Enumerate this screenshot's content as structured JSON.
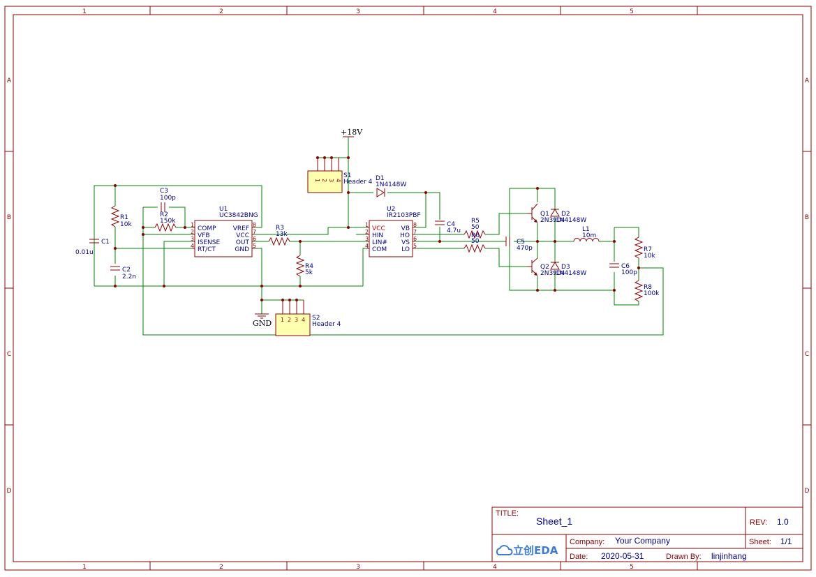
{
  "frame": {
    "columns": [
      "1",
      "2",
      "3",
      "4",
      "5"
    ],
    "rows": [
      "A",
      "B",
      "C",
      "D"
    ]
  },
  "components": {
    "u1": {
      "ref": "U1",
      "value": "UC3842BNG",
      "left_pins": [
        {
          "num": "1",
          "name": "COMP"
        },
        {
          "num": "2",
          "name": "VFB"
        },
        {
          "num": "3",
          "name": "ISENSE"
        },
        {
          "num": "4",
          "name": "RT/CT"
        }
      ],
      "right_pins": [
        {
          "num": "8",
          "name": "VREF"
        },
        {
          "num": "7",
          "name": "VCC"
        },
        {
          "num": "6",
          "name": "OUT"
        },
        {
          "num": "5",
          "name": "GND"
        }
      ]
    },
    "u2": {
      "ref": "U2",
      "value": "IR2103PBF",
      "left_pins": [
        {
          "num": "1",
          "name": "VCC"
        },
        {
          "num": "2",
          "name": "HIN"
        },
        {
          "num": "3",
          "name": "LIN#"
        },
        {
          "num": "4",
          "name": "COM"
        }
      ],
      "right_pins": [
        {
          "num": "8",
          "name": "VB"
        },
        {
          "num": "7",
          "name": "HO"
        },
        {
          "num": "6",
          "name": "VS"
        },
        {
          "num": "5",
          "name": "LO"
        }
      ]
    },
    "s1": {
      "ref": "S1",
      "value": "Header 4",
      "pins": [
        "1",
        "2",
        "3",
        "4"
      ]
    },
    "s2": {
      "ref": "S2",
      "value": "Header 4",
      "pins": [
        "1",
        "2",
        "3",
        "4"
      ]
    },
    "c1": {
      "ref": "C1",
      "value": "0.01u"
    },
    "c2": {
      "ref": "C2",
      "value": "2.2n"
    },
    "c3": {
      "ref": "C3",
      "value": "100p"
    },
    "c4": {
      "ref": "C4",
      "value": "4.7u"
    },
    "c5": {
      "ref": "C5",
      "value": "470p"
    },
    "c6": {
      "ref": "C6",
      "value": "100p"
    },
    "r1": {
      "ref": "R1",
      "value": "10k"
    },
    "r2": {
      "ref": "R2",
      "value": "150k"
    },
    "r3": {
      "ref": "R3",
      "value": "13k"
    },
    "r4": {
      "ref": "R4",
      "value": "5k"
    },
    "r5": {
      "ref": "R5",
      "value": "50"
    },
    "r6": {
      "ref": "R6",
      "value": "50"
    },
    "r7": {
      "ref": "R7",
      "value": "10k"
    },
    "r8": {
      "ref": "R8",
      "value": "100k"
    },
    "d1": {
      "ref": "D1",
      "value": "1N4148W"
    },
    "d2": {
      "ref": "D2",
      "value": "1N4148W"
    },
    "d3": {
      "ref": "D3",
      "value": "1N4148W"
    },
    "q1": {
      "ref": "Q1",
      "value": "2N3904"
    },
    "q2": {
      "ref": "Q2",
      "value": "2N3904"
    },
    "l1": {
      "ref": "L1",
      "value": "10m"
    }
  },
  "power": {
    "vplus": "+18V",
    "gnd": "GND"
  },
  "title_block": {
    "title_label": "TITLE:",
    "title": "Sheet_1",
    "rev_label": "REV:",
    "rev": "1.0",
    "company_label": "Company:",
    "company": "Your Company",
    "sheet_label": "Sheet:",
    "sheet": "1/1",
    "date_label": "Date:",
    "date": "2020-05-31",
    "drawn_label": "Drawn By:",
    "drawn_by": "linjinhang",
    "logo_text": "立创EDA"
  }
}
